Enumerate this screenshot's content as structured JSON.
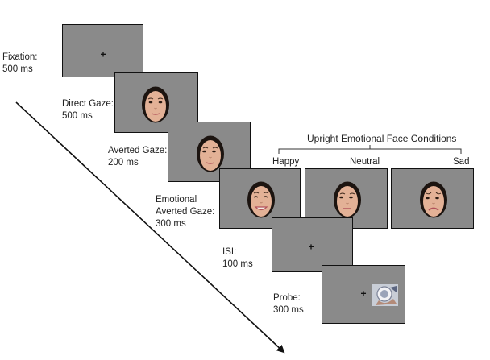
{
  "steps": [
    {
      "name": "Fixation:",
      "duration": "500 ms"
    },
    {
      "name": "Direct Gaze:",
      "duration": "500 ms"
    },
    {
      "name": "Averted Gaze:",
      "duration": "200 ms"
    },
    {
      "name": "Emotional Averted Gaze:",
      "name_line1": "Emotional",
      "name_line2": "Averted Gaze:",
      "duration": "300 ms"
    },
    {
      "name": "ISI:",
      "duration": "100 ms"
    },
    {
      "name": "Probe:",
      "duration": "300 ms"
    }
  ],
  "conditions_title": "Upright Emotional Face Conditions",
  "conditions": [
    "Happy",
    "Neutral",
    "Sad"
  ],
  "fixation_symbol": "+",
  "colors": {
    "screen": "#8a8a8a",
    "skin": "#e3b196",
    "hair": "#1c1410"
  }
}
